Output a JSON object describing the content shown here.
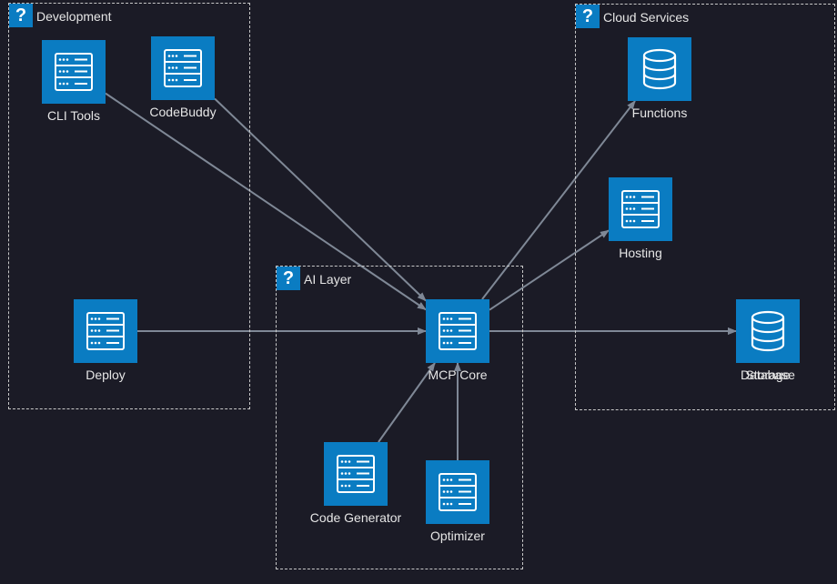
{
  "colors": {
    "background": "#1b1b26",
    "node_fill": "#0a7cc2",
    "edge": "#7f8896",
    "group_border": "#c8c8c8",
    "text": "#e6e6e6"
  },
  "groups": [
    {
      "id": "development",
      "label": "Development",
      "icon": "question-icon"
    },
    {
      "id": "cloud-services",
      "label": "Cloud Services",
      "icon": "question-icon"
    },
    {
      "id": "ai-layer",
      "label": "AI Layer",
      "icon": "question-icon"
    }
  ],
  "nodes": [
    {
      "id": "cli-tools",
      "label": "CLI Tools",
      "icon": "server-icon",
      "group": "development"
    },
    {
      "id": "codebuddy",
      "label": "CodeBuddy",
      "icon": "server-icon",
      "group": "development"
    },
    {
      "id": "deploy",
      "label": "Deploy",
      "icon": "server-icon",
      "group": "development"
    },
    {
      "id": "functions",
      "label": "Functions",
      "icon": "database-icon",
      "group": "cloud-services"
    },
    {
      "id": "hosting",
      "label": "Hosting",
      "icon": "server-icon",
      "group": "cloud-services"
    },
    {
      "id": "database",
      "label": "Database",
      "icon": "database-icon",
      "group": "cloud-services"
    },
    {
      "id": "storage",
      "label": "Storage",
      "icon": "database-icon",
      "group": "cloud-services"
    },
    {
      "id": "mcp-core",
      "label": "MCP Core",
      "icon": "server-icon",
      "group": "ai-layer"
    },
    {
      "id": "code-generator",
      "label": "Code Generator",
      "icon": "server-icon",
      "group": "ai-layer"
    },
    {
      "id": "optimizer",
      "label": "Optimizer",
      "icon": "server-icon",
      "group": "ai-layer"
    }
  ],
  "edges": [
    {
      "from": "cli-tools",
      "to": "mcp-core"
    },
    {
      "from": "codebuddy",
      "to": "mcp-core"
    },
    {
      "from": "deploy",
      "to": "mcp-core"
    },
    {
      "from": "code-generator",
      "to": "mcp-core"
    },
    {
      "from": "optimizer",
      "to": "mcp-core"
    },
    {
      "from": "mcp-core",
      "to": "functions"
    },
    {
      "from": "mcp-core",
      "to": "hosting"
    },
    {
      "from": "mcp-core",
      "to": "database"
    },
    {
      "from": "mcp-core",
      "to": "storage"
    }
  ]
}
